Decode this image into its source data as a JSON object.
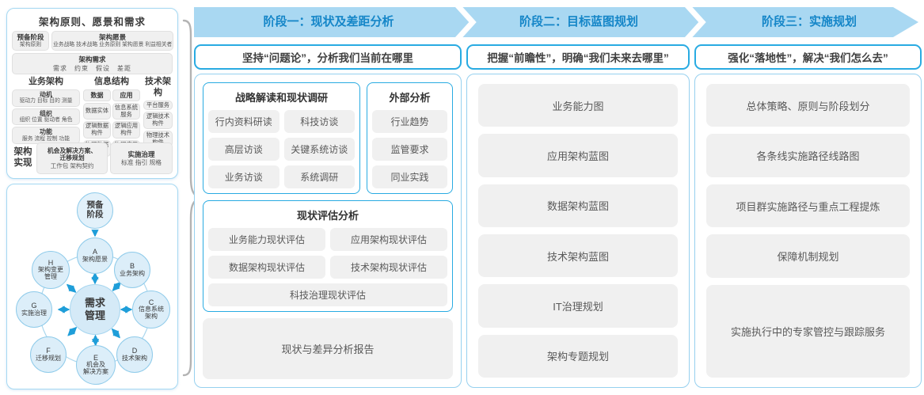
{
  "colors": {
    "accent_blue": "#29abe2",
    "band_fill": "#a9d8f2",
    "band_text": "#1586c8",
    "gray_box": "#f0f0f0",
    "gray_text": "#595959",
    "arrow_blue": "#1f9ed9",
    "circle_fill": "#dceef9",
    "circle_border": "#8fcbea",
    "brace_gray": "#b3b3b3"
  },
  "left_top": {
    "title": "架构原则、愿景和需求",
    "prep": {
      "title": "预备阶段",
      "sub": "架构原则"
    },
    "vision": {
      "title": "架构愿景",
      "sub": "业务战略 技术战略 业务原则 架构愿景 利益相关者"
    },
    "requirement": {
      "title": "架构需求",
      "sub": "需求　约束　假设　差距"
    },
    "business": {
      "title": "业务架构",
      "items": [
        {
          "title": "动机",
          "sub": "驱动力 目标 目的 测量"
        },
        {
          "title": "组织",
          "sub": "组织 位置 驱动者 角色"
        },
        {
          "title": "功能",
          "sub": "服务 流程 控制 功能"
        }
      ]
    },
    "information": {
      "title": "信息结构",
      "data_col": {
        "title": "数据",
        "items": [
          "数据实体",
          "逻辑数据构件",
          "物理数据构件"
        ]
      },
      "app_col": {
        "title": "应用",
        "items": [
          "信息系统服务",
          "逻辑应用构件",
          "物理应用构件"
        ]
      }
    },
    "technology": {
      "title": "技术架构",
      "items": [
        "平台服务",
        "逻辑技术构件",
        "物理技术构件"
      ]
    },
    "realization": {
      "label": "架构\n实现",
      "box1": {
        "title": "机会及解决方案、\n迁移规划",
        "sub": "工作包 架构契约"
      },
      "box2": {
        "title": "实施治理",
        "sub": "标准 指引 规格"
      }
    }
  },
  "adm": {
    "prep": "预备\n阶段",
    "center": "需求\n管理",
    "nodes": [
      {
        "id": "A",
        "label": "架构愿景"
      },
      {
        "id": "B",
        "label": "业务架构"
      },
      {
        "id": "C",
        "label": "信息系统\n架构"
      },
      {
        "id": "D",
        "label": "技术架构"
      },
      {
        "id": "E",
        "label": "机会及\n解决方案"
      },
      {
        "id": "F",
        "label": "迁移规划"
      },
      {
        "id": "G",
        "label": "实施治理"
      },
      {
        "id": "H",
        "label": "架构变更\n管理"
      }
    ]
  },
  "phases": [
    {
      "header": "阶段一：现状及差距分析",
      "subtitle": "坚持“问题论”，分析我们当前在哪里",
      "groups": [
        {
          "title": "战略解读和现状调研",
          "items": [
            "行内资料研读",
            "科技访谈",
            "高层访谈",
            "关键系统访谈",
            "业务访谈",
            "系统调研"
          ]
        },
        {
          "title": "外部分析",
          "items": [
            "行业趋势",
            "监管要求",
            "同业实践"
          ]
        },
        {
          "title": "现状评估分析",
          "items": [
            "业务能力现状评估",
            "应用架构现状评估",
            "数据架构现状评估",
            "技术架构现状评估",
            "科技治理现状评估"
          ]
        }
      ],
      "report": "现状与差异分析报告"
    },
    {
      "header": "阶段二：目标蓝图规划",
      "subtitle": "把握“前瞻性”，明确“我们未来去哪里”",
      "items": [
        "业务能力图",
        "应用架构蓝图",
        "数据架构蓝图",
        "技术架构蓝图",
        "IT治理规划",
        "架构专题规划"
      ]
    },
    {
      "header": "阶段三：实施规划",
      "subtitle": "强化“落地性”，解决“我们怎么去”",
      "items": [
        "总体策略、原则与阶段划分",
        "各条线实施路径线路图",
        "项目群实施路径与重点工程提炼",
        "保障机制规划",
        "实施执行中的专家管控与跟踪服务"
      ]
    }
  ]
}
